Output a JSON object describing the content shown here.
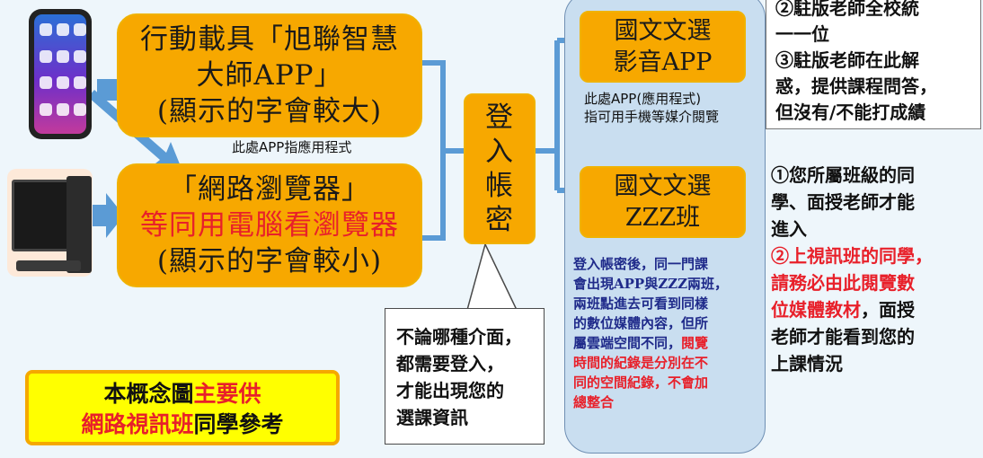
{
  "boxes": {
    "mobile": {
      "line1": "行動載具「旭聯智慧",
      "line2": "大師APP」",
      "line3": "(顯示的字會較大)"
    },
    "browser": {
      "line1": "「網路瀏覽器」",
      "line2": "等同用電腦看瀏覽器",
      "line3": "(顯示的字會較小)"
    },
    "login": {
      "chars": [
        "登",
        "入",
        "帳",
        "密"
      ]
    },
    "av": {
      "line1": "國文文選",
      "line2": "影音APP"
    },
    "zzz": {
      "line1": "國文文選",
      "line2": "ZZZ班"
    }
  },
  "notes": {
    "app_mid": "此處APP指應用程式",
    "app_right_1": "此處APP(應用程式)",
    "app_right_2": "指可用手機等媒介閱覽"
  },
  "right_top": {
    "l1": "②駐版老師全校統",
    "l2": "一一位",
    "l3": "③駐版老師在此解",
    "l4": "惑，提供課程問答，",
    "l5": "但沒有/不能打成績"
  },
  "right_bottom": {
    "l1": "①您所屬班級的同",
    "l2": "學、面授老師才能",
    "l3": "進入",
    "l4": "②上視訊班的同學，",
    "l5": "請務必由此閱覽數",
    "l6": "位媒體教材",
    "l6b": "，面授",
    "l7": "老師才能看到您的",
    "l8": "上課情況"
  },
  "callout": {
    "l1": "不論哪種介面，",
    "l2": "都需要登入，",
    "l3": "才能出現您的",
    "l4": "選課資訊"
  },
  "blue_panel": {
    "l1": "登入帳密後，同一門課",
    "l2": "會出現APP與ZZZ兩班，",
    "l3": "兩班點進去可看到同樣",
    "l4": "的數位媒體內容，但所",
    "l5a": "屬雲端空間不同，",
    "l5b": "閱覽",
    "l6": "時間的紀錄是分別在不",
    "l7": "同的空間紀錄，不會加",
    "l8": "總整合"
  },
  "concept": {
    "a1": "本概念圖",
    "a2": "主要供",
    "b1": "網路視訊班",
    "b2": "同學參考"
  },
  "colors": {
    "orange": "#f7a800",
    "arrow_blue": "#5b9bd5",
    "yellow": "#ffff00",
    "red": "#e8202a"
  }
}
